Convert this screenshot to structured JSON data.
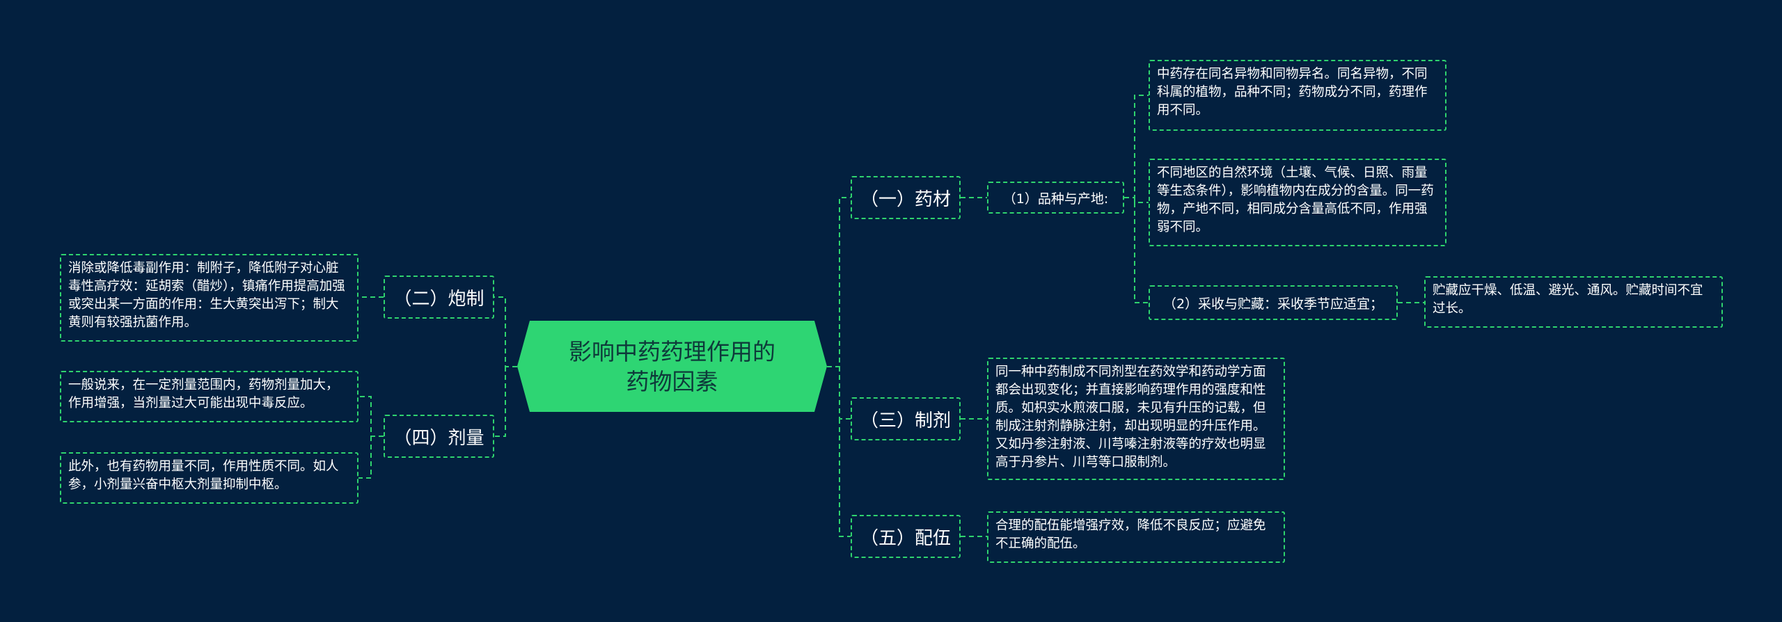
{
  "root": "影响中药药理作用的药物因素",
  "branches": {
    "b1": {
      "label": "（一）药材",
      "sub1": {
        "label": "（1）品种与产地:",
        "leaf1": "中药存在同名异物和同物异名。同名异物，不同科属的植物，品种不同；药物成分不同，药理作用不同。",
        "leaf2": "不同地区的自然环境（土壤、气候、日照、雨量等生态条件），影响植物内在成分的含量。同一药物，产地不同，相同成分含量高低不同，作用强弱不同。"
      },
      "sub2": {
        "label": "（2）采收与贮藏：采收季节应适宜；",
        "leaf1": "贮藏应干燥、低温、避光、通风。贮藏时间不宜过长。"
      }
    },
    "b2": {
      "label": "（二）炮制",
      "leaf1": "消除或降低毒副作用：制附子，降低附子对心脏毒性高疗效：延胡索（醋炒），镇痛作用提高加强或突出某一方面的作用：生大黄突出泻下；制大黄则有较强抗菌作用。"
    },
    "b3": {
      "label": "（三）制剂",
      "leaf1": "同一种中药制成不同剂型在药效学和药动学方面都会出现变化；并直接影响药理作用的强度和性质。如枳实水煎液口服，未见有升压的记载，但制成注射剂静脉注射，却出现明显的升压作用。又如丹参注射液、川芎嗪注射液等的疗效也明显高于丹参片、川芎等口服制剂。"
    },
    "b4": {
      "label": "（四）剂量",
      "leaf1": "一般说来，在一定剂量范围内，药物剂量加大，作用增强，当剂量过大可能出现中毒反应。",
      "leaf2": "此外，也有药物用量不同，作用性质不同。如人参，小剂量兴奋中枢大剂量抑制中枢。"
    },
    "b5": {
      "label": "（五）配伍",
      "leaf1": "合理的配伍能增强疗效，降低不良反应；应避免不正确的配伍。"
    }
  },
  "colors": {
    "background": "#03203f",
    "accent": "#2fd36e",
    "center_fill": "#2ed573",
    "center_text": "#0e3a3a"
  }
}
